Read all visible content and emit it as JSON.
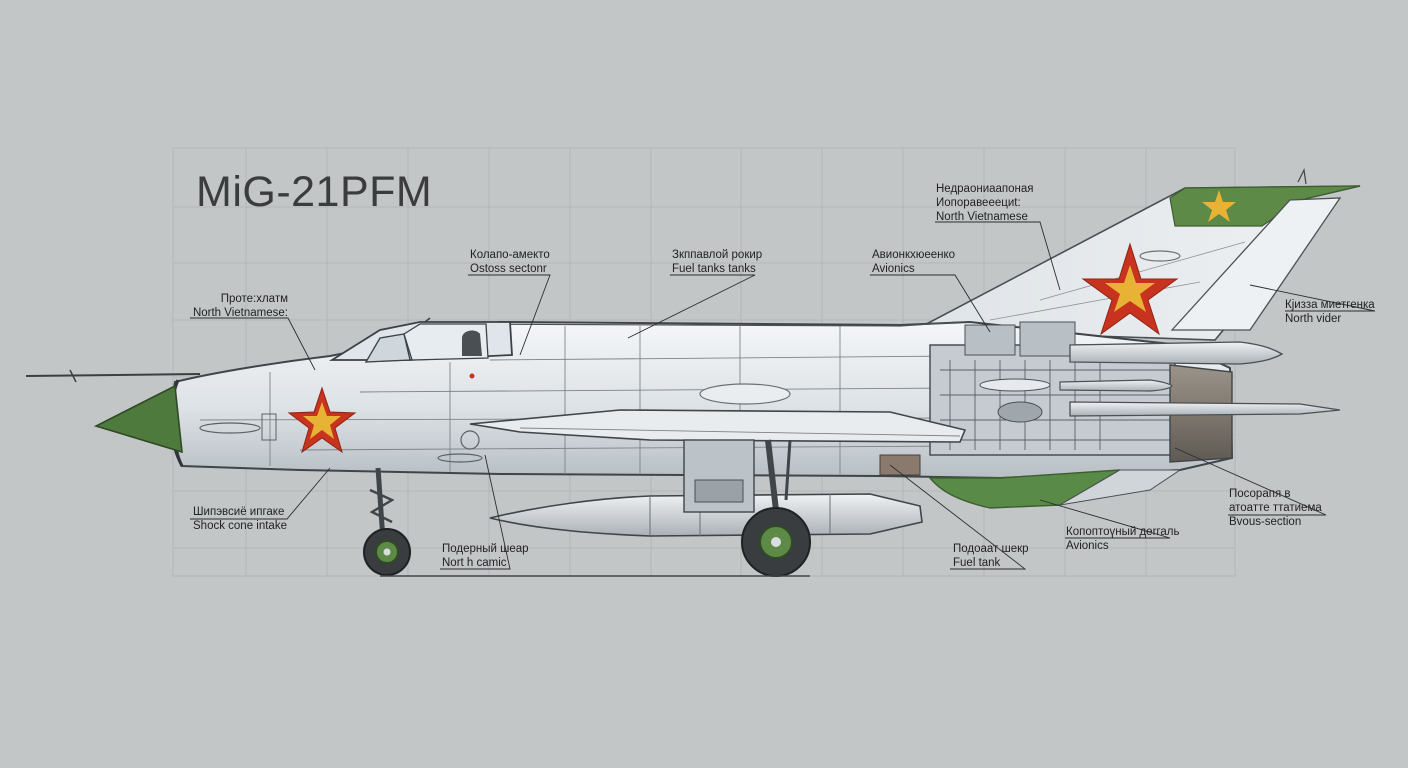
{
  "title": "MiG-21PFM",
  "callouts": [
    {
      "id": "c-nose-upper",
      "lines": [
        "Проте:хлатм",
        "North Vietnamese:"
      ]
    },
    {
      "id": "c-cockpit",
      "lines": [
        "Колапо-амекто",
        "Ostoss sectonr"
      ]
    },
    {
      "id": "c-fuel-upper",
      "lines": [
        "Зкппавлой рокир",
        "Fuel tanks tanks"
      ]
    },
    {
      "id": "c-avionics-upper",
      "lines": [
        "Авионкхюеенко",
        "Avionics"
      ]
    },
    {
      "id": "c-tail-text",
      "lines": [
        "Недраониаапоная",
        "Иопоравееециt:",
        "North Vietnamese"
      ]
    },
    {
      "id": "c-fin",
      "lines": [
        "Кјизза миетгенка",
        "North vider"
      ]
    },
    {
      "id": "c-intake",
      "lines": [
        "Шипэвсиё ипгаке",
        "Shock cone intake"
      ]
    },
    {
      "id": "c-gear",
      "lines": [
        "Подерный шеар",
        "Nort h camic"
      ]
    },
    {
      "id": "c-fuel-lower",
      "lines": [
        "Подоаат шекр",
        "Fuel tank"
      ]
    },
    {
      "id": "c-avionics-lower",
      "lines": [
        "Копоптоүный деrгаль",
        "Avionics"
      ]
    },
    {
      "id": "c-section",
      "lines": [
        "Посорапя в",
        "атоатте ттатиема",
        "Bvous-section"
      ]
    }
  ],
  "colors": {
    "background": "#c3c6c7",
    "fuselage": "#e6eaee",
    "panel_line": "#7c848a",
    "radome": "#4f7a3e",
    "star_red": "#c8331f",
    "star_yellow": "#e8b234",
    "exhaust": "#6f6a62"
  }
}
